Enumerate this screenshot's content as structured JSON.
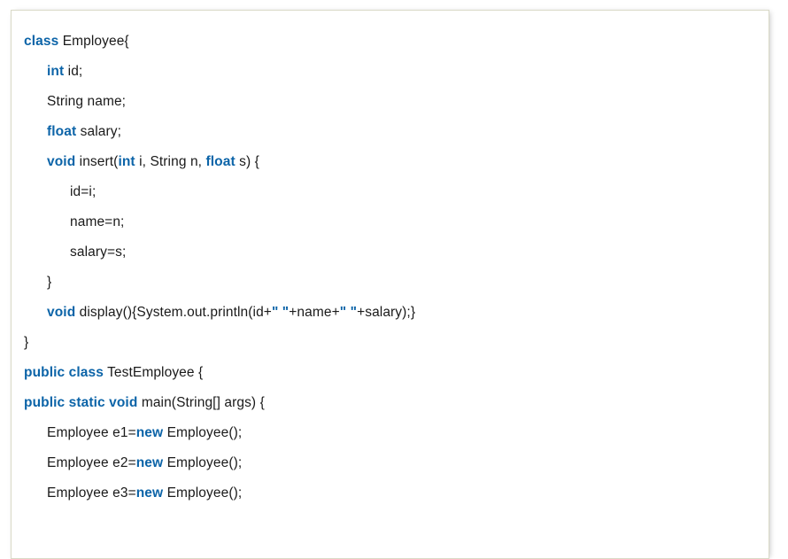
{
  "colors": {
    "background": "#ffffff",
    "border": "#d9d9c7",
    "text": "#1a1a1a",
    "keyword": "#0c64a8",
    "string": "#0c64a8"
  },
  "code_block": {
    "language": "java",
    "lines": [
      {
        "indent": 0,
        "tokens": [
          {
            "t": "keyword",
            "v": "class"
          },
          {
            "t": "plain",
            "v": " Employee{"
          }
        ]
      },
      {
        "indent": 1,
        "tokens": [
          {
            "t": "keyword",
            "v": "int"
          },
          {
            "t": "plain",
            "v": " id;"
          }
        ]
      },
      {
        "indent": 1,
        "tokens": [
          {
            "t": "plain",
            "v": "String name;"
          }
        ]
      },
      {
        "indent": 1,
        "tokens": [
          {
            "t": "keyword",
            "v": "float"
          },
          {
            "t": "plain",
            "v": " salary;"
          }
        ]
      },
      {
        "indent": 1,
        "tokens": [
          {
            "t": "keyword",
            "v": "void"
          },
          {
            "t": "plain",
            "v": " insert("
          },
          {
            "t": "keyword",
            "v": "int"
          },
          {
            "t": "plain",
            "v": " i, String n, "
          },
          {
            "t": "keyword",
            "v": "float"
          },
          {
            "t": "plain",
            "v": " s) {"
          }
        ]
      },
      {
        "indent": 2,
        "tokens": [
          {
            "t": "plain",
            "v": "id=i;"
          }
        ]
      },
      {
        "indent": 2,
        "tokens": [
          {
            "t": "plain",
            "v": "name=n;"
          }
        ]
      },
      {
        "indent": 2,
        "tokens": [
          {
            "t": "plain",
            "v": "salary=s;"
          }
        ]
      },
      {
        "indent": 1,
        "tokens": [
          {
            "t": "plain",
            "v": "}"
          }
        ]
      },
      {
        "indent": 1,
        "tokens": [
          {
            "t": "keyword",
            "v": "void"
          },
          {
            "t": "plain",
            "v": " display(){System.out.println(id+"
          },
          {
            "t": "string",
            "v": "\" \""
          },
          {
            "t": "plain",
            "v": "+name+"
          },
          {
            "t": "string",
            "v": "\" \""
          },
          {
            "t": "plain",
            "v": "+salary);}"
          }
        ]
      },
      {
        "indent": 0,
        "tokens": [
          {
            "t": "plain",
            "v": "}"
          }
        ]
      },
      {
        "indent": 0,
        "tokens": [
          {
            "t": "keyword",
            "v": "public class"
          },
          {
            "t": "plain",
            "v": " TestEmployee {"
          }
        ]
      },
      {
        "indent": 0,
        "tokens": [
          {
            "t": "keyword",
            "v": "public static void"
          },
          {
            "t": "plain",
            "v": " main(String[] args) {"
          }
        ]
      },
      {
        "indent": 1,
        "tokens": [
          {
            "t": "plain",
            "v": "Employee e1="
          },
          {
            "t": "keyword",
            "v": "new"
          },
          {
            "t": "plain",
            "v": " Employee();"
          }
        ]
      },
      {
        "indent": 1,
        "tokens": [
          {
            "t": "plain",
            "v": "Employee e2="
          },
          {
            "t": "keyword",
            "v": "new"
          },
          {
            "t": "plain",
            "v": " Employee();"
          }
        ]
      },
      {
        "indent": 1,
        "tokens": [
          {
            "t": "plain",
            "v": "Employee e3="
          },
          {
            "t": "keyword",
            "v": "new"
          },
          {
            "t": "plain",
            "v": " Employee();"
          }
        ]
      }
    ]
  }
}
